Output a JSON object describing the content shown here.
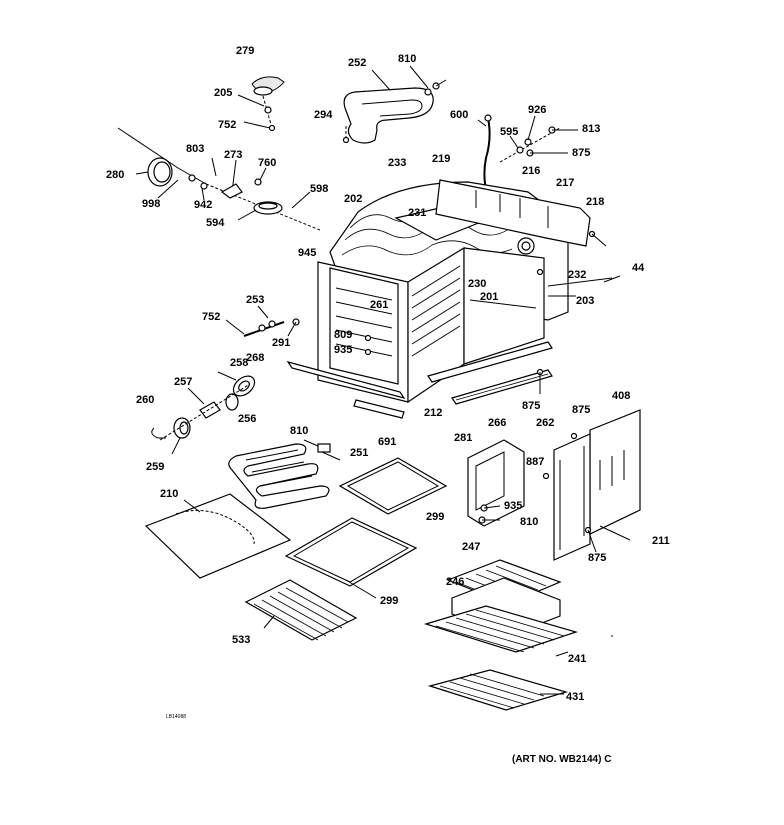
{
  "diagram": {
    "art_number": "(ART NO. WB2144) C",
    "small_mark": "LB14088",
    "labels": [
      "279",
      "252",
      "810",
      "205",
      "752",
      "294",
      "600",
      "926",
      "595",
      "813",
      "233",
      "219",
      "875",
      "216",
      "217",
      "218",
      "803",
      "273",
      "760",
      "598",
      "280",
      "998",
      "942",
      "594",
      "202",
      "231",
      "945",
      "230",
      "232",
      "44",
      "201",
      "203",
      "253",
      "261",
      "752",
      "809",
      "291",
      "935",
      "268",
      "258",
      "257",
      "256",
      "260",
      "259",
      "212",
      "266",
      "875",
      "408",
      "262",
      "875",
      "281",
      "887",
      "810",
      "251",
      "691",
      "210",
      "299",
      "935",
      "810",
      "211",
      "875",
      "247",
      "246",
      "241",
      "299",
      "533",
      "431"
    ]
  }
}
